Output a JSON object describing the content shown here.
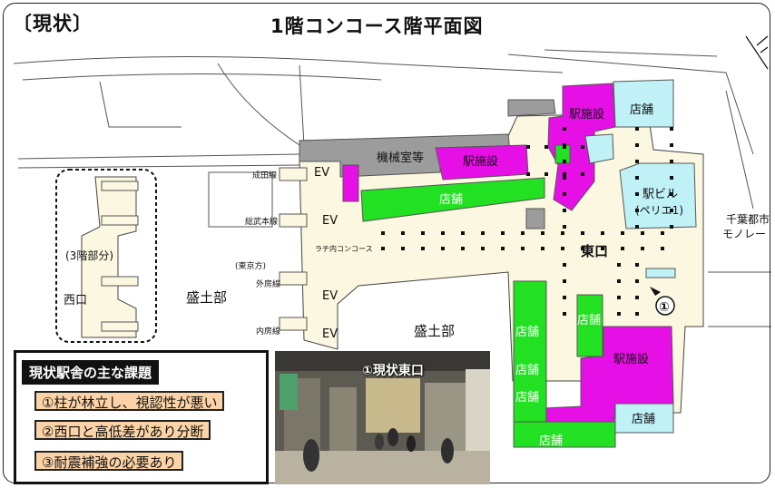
{
  "header": {
    "section": "〔現状〕",
    "title": "1階コンコース階平面図"
  },
  "plan": {
    "rooms": {
      "machine_room": "機械室等",
      "station_facility_top": "駅施設",
      "station_facility_mid": "駅施設",
      "station_facility_bottom": "駅施設",
      "shop_top_right": "店舗",
      "shop_center": "店舗",
      "shop_left_1": "店舗",
      "shop_left_2": "店舗",
      "shop_left_3": "店舗",
      "shop_mid": "店舗",
      "shop_bottom_right": "店舗",
      "station_building": "駅ビル",
      "station_building_sub": "(ペリエ1)"
    },
    "labels": {
      "east_exit": "東口",
      "west_exit": "西口",
      "embankment_left": "盛土部",
      "embankment_center": "盛土部",
      "third_floor": "(3階部分)",
      "monorail_1": "千葉都市",
      "monorail_2": "モノレー",
      "tokyo_side": "(東京方)",
      "narita_line": "成田線",
      "sobu_line": "総武本線",
      "ramen_concourse": "ラチ内コンコース",
      "sotobo_line": "外房線",
      "uchibo_line": "内房線",
      "photo_marker": "①"
    },
    "elevators": [
      "EV",
      "EV",
      "EV",
      "EV"
    ]
  },
  "issues": {
    "title": "現状駅舎の主な課題",
    "items": [
      "①柱が林立し、視認性が悪い",
      "②西口と高低差があり分断",
      "③耐震補強の必要あり"
    ]
  },
  "photo": {
    "caption": "①現状東口"
  },
  "colors": {
    "magenta": "#e60fe6",
    "green": "#22e022",
    "cyan": "#bff1f7",
    "gray": "#9c9c9c",
    "floor": "#fbf7e0"
  }
}
